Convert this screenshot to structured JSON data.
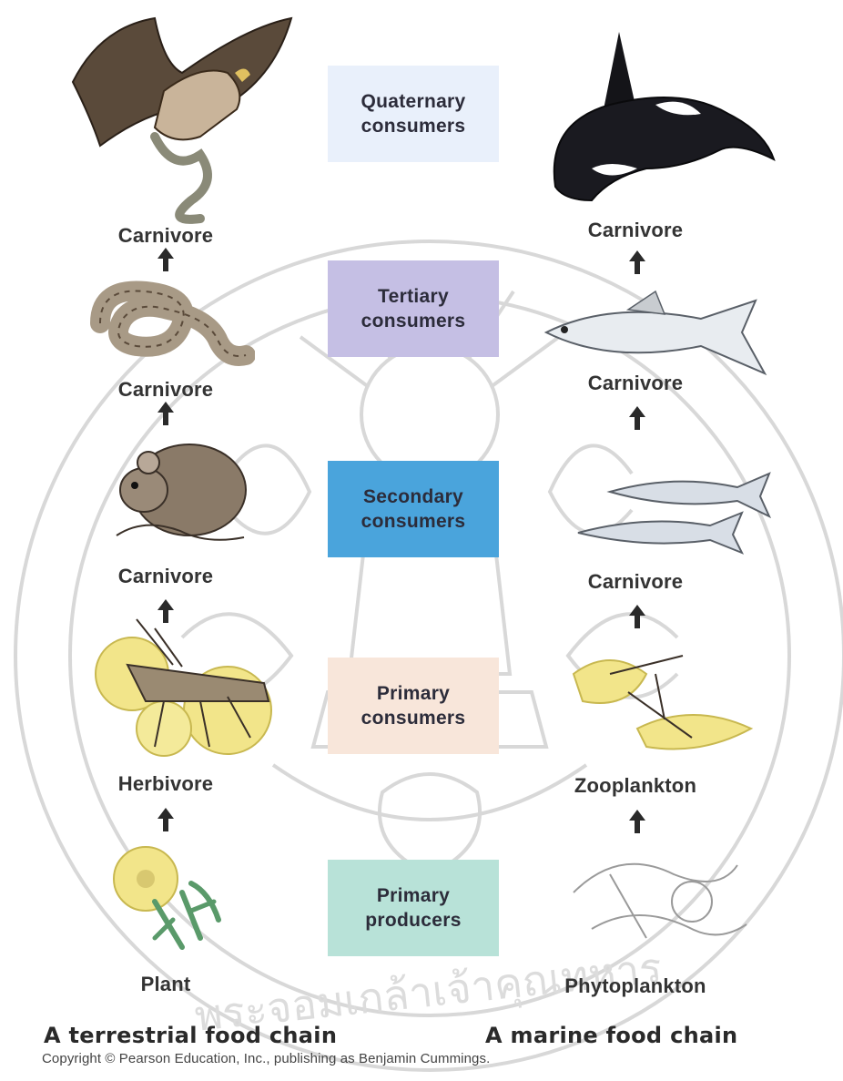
{
  "levels": [
    {
      "label": "Quaternary\nconsumers",
      "color": "#e6eefb"
    },
    {
      "label": "Tertiary\nconsumers",
      "color": "#c3bde3"
    },
    {
      "label": "Secondary\nconsumers",
      "color": "#4aa4dc"
    },
    {
      "label": "Primary\nconsumers",
      "color": "#f7e3d6"
    },
    {
      "label": "Primary\nproducers",
      "color": "#b6e0d6"
    }
  ],
  "terrestrial": {
    "title": "A terrestrial food chain",
    "labels": [
      "Carnivore",
      "Carnivore",
      "Carnivore",
      "Herbivore",
      "Plant"
    ]
  },
  "marine": {
    "title": "A marine food chain",
    "labels": [
      "Carnivore",
      "Carnivore",
      "Carnivore",
      "Zooplankton",
      "Phytoplankton"
    ]
  },
  "copyright": "Copyright © Pearson Education, Inc., publishing as Benjamin Cummings.",
  "watermark_text": "พระจอมเกล้าเจ้าคุณทหาร"
}
